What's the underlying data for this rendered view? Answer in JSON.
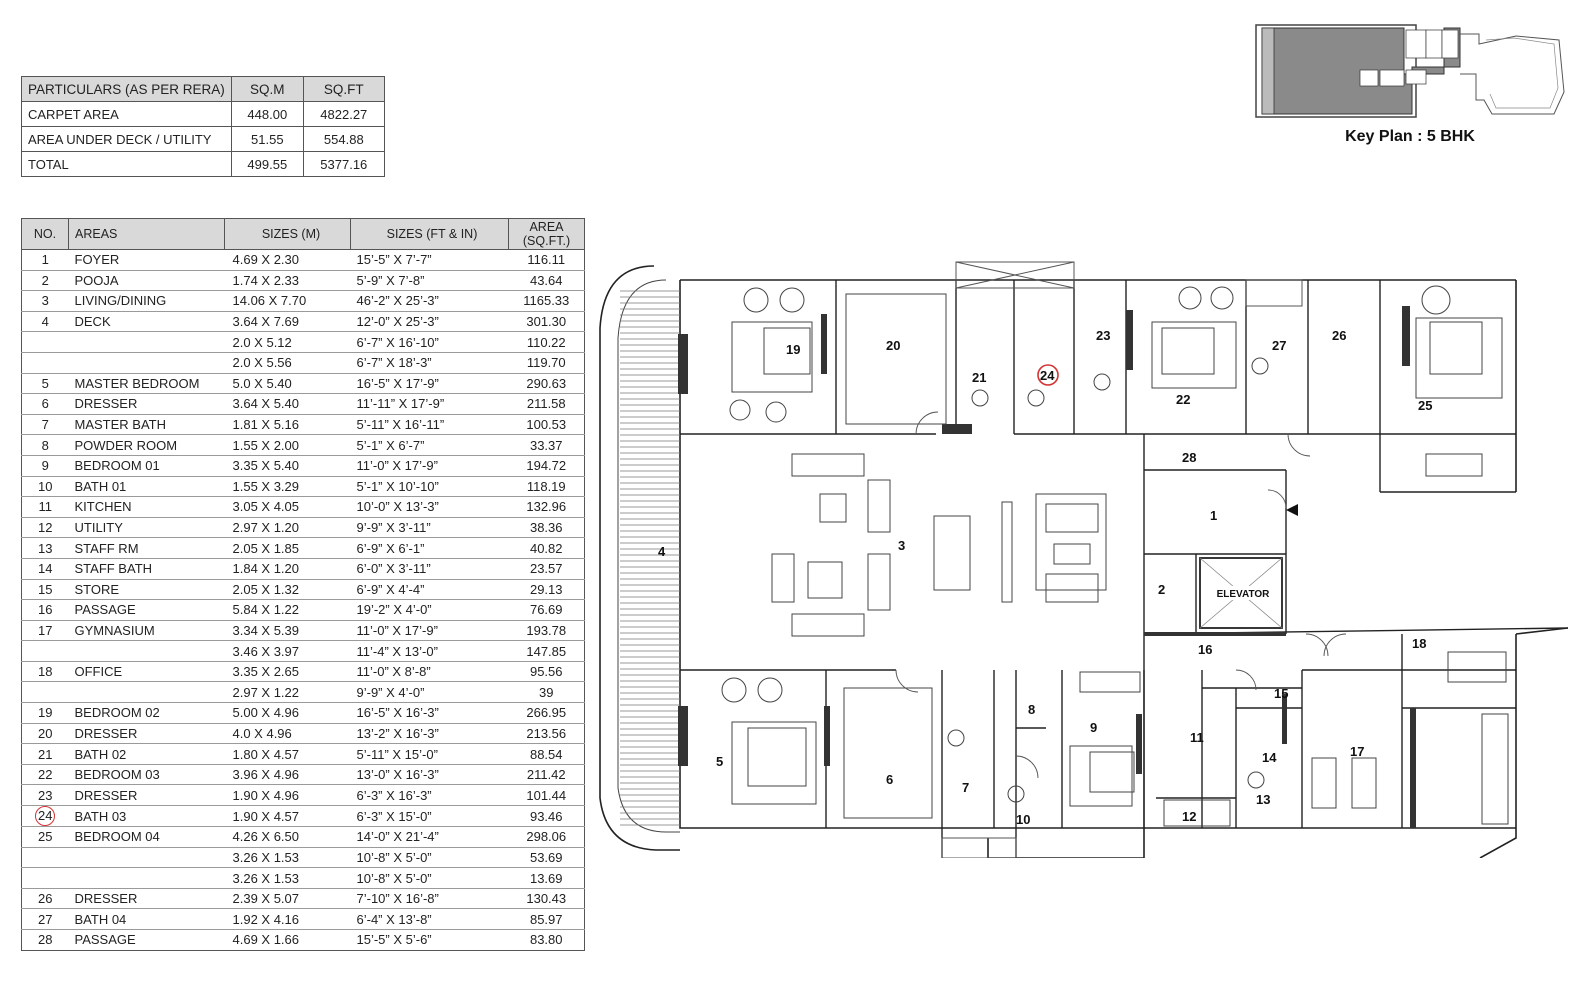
{
  "rera": {
    "headers": [
      "PARTICULARS (AS PER RERA)",
      "SQ.M",
      "SQ.FT"
    ],
    "rows": [
      [
        "CARPET AREA",
        "448.00",
        "4822.27"
      ],
      [
        "AREA UNDER DECK / UTILITY",
        "51.55",
        "554.88"
      ],
      [
        "TOTAL",
        "499.55",
        "5377.16"
      ]
    ]
  },
  "areas": {
    "headers": [
      "NO.",
      "AREAS",
      "SIZES (M)",
      "SIZES (FT & IN)",
      "AREA (SQ.FT.)"
    ],
    "rows": [
      [
        "1",
        "FOYER",
        "4.69 X 2.30",
        "15’-5” X 7’-7”",
        "116.11"
      ],
      [
        "2",
        "POOJA",
        "1.74 X 2.33",
        "5’-9” X 7’-8”",
        "43.64"
      ],
      [
        "3",
        "LIVING/DINING",
        "14.06 X 7.70",
        "46’-2” X 25’-3”",
        "1165.33"
      ],
      [
        "4",
        "DECK",
        "3.64 X 7.69",
        "12’-0” X 25’-3”",
        "301.30"
      ],
      [
        "",
        "",
        "2.0 X 5.12",
        "6’-7” X 16’-10”",
        "110.22"
      ],
      [
        "",
        "",
        "2.0 X 5.56",
        "6’-7” X 18’-3”",
        "119.70"
      ],
      [
        "5",
        "MASTER BEDROOM",
        "5.0 X 5.40",
        "16’-5” X 17’-9”",
        "290.63"
      ],
      [
        "6",
        "DRESSER",
        "3.64 X 5.40",
        "11’-11” X 17’-9”",
        "211.58"
      ],
      [
        "7",
        "MASTER BATH",
        "1.81 X 5.16",
        "5’-11” X 16’-11”",
        "100.53"
      ],
      [
        "8",
        "POWDER ROOM",
        "1.55 X 2.00",
        "5’-1” X 6’-7”",
        "33.37"
      ],
      [
        "9",
        "BEDROOM 01",
        "3.35 X 5.40",
        "11’-0” X 17’-9”",
        "194.72"
      ],
      [
        "10",
        "BATH 01",
        "1.55 X 3.29",
        "5’-1” X 10’-10”",
        "118.19"
      ],
      [
        "11",
        "KITCHEN",
        "3.05 X 4.05",
        "10’-0” X 13’-3”",
        "132.96"
      ],
      [
        "12",
        "UTILITY",
        "2.97 X 1.20",
        "9’-9” X 3’-11”",
        "38.36"
      ],
      [
        "13",
        "STAFF RM",
        "2.05 X 1.85",
        "6’-9” X 6’-1”",
        "40.82"
      ],
      [
        "14",
        "STAFF BATH",
        "1.84 X 1.20",
        "6’-0” X 3’-11”",
        "23.57"
      ],
      [
        "15",
        "STORE",
        "2.05 X 1.32",
        "6’-9” X 4’-4”",
        "29.13"
      ],
      [
        "16",
        "PASSAGE",
        "5.84 X 1.22",
        "19’-2” X 4’-0”",
        "76.69"
      ],
      [
        "17",
        "GYMNASIUM",
        "3.34 X 5.39",
        "11’-0” X 17’-9”",
        "193.78"
      ],
      [
        "",
        "",
        "3.46 X 3.97",
        "11’-4” X 13’-0”",
        "147.85"
      ],
      [
        "18",
        "OFFICE",
        "3.35 X 2.65",
        "11’-0” X 8’-8”",
        "95.56"
      ],
      [
        "",
        "",
        "2.97 X 1.22",
        "9’-9” X 4’-0”",
        "39"
      ],
      [
        "19",
        "BEDROOM 02",
        "5.00 X 4.96",
        "16’-5” X 16’-3”",
        "266.95"
      ],
      [
        "20",
        "DRESSER",
        "4.0 X 4.96",
        "13’-2” X 16’-3”",
        "213.56"
      ],
      [
        "21",
        "BATH 02",
        "1.80 X 4.57",
        "5’-11” X 15’-0”",
        "88.54"
      ],
      [
        "22",
        "BEDROOM 03",
        "3.96 X 4.96",
        "13’-0” X 16’-3”",
        "211.42"
      ],
      [
        "23",
        "DRESSER",
        "1.90 X 4.96",
        "6’-3” X 16’-3”",
        "101.44"
      ],
      [
        "24",
        "BATH 03",
        "1.90 X 4.57",
        "6’-3” X 15’-0”",
        "93.46"
      ],
      [
        "25",
        "BEDROOM 04",
        "4.26 X 6.50",
        "14’-0” X 21’-4”",
        "298.06"
      ],
      [
        "",
        "",
        "3.26 X 1.53",
        "10’-8” X 5’-0”",
        "53.69"
      ],
      [
        "",
        "",
        "3.26 X 1.53",
        "10’-8” X 5’-0”",
        "13.69"
      ],
      [
        "26",
        "DRESSER",
        "2.39 X 5.07",
        "7’-10” X 16’-8”",
        "130.43"
      ],
      [
        "27",
        "BATH 04",
        "1.92 X 4.16",
        "6’-4” X 13’-8”",
        "85.97"
      ],
      [
        "28",
        "PASSAGE",
        "4.69 X 1.66",
        "15’-5” X 5’-6”",
        "83.80"
      ]
    ],
    "highlight_no": "24",
    "highlight_color": "#d33333"
  },
  "key_plan": {
    "label": "Key Plan : 5 BHK",
    "fill": "#8a8a8a"
  },
  "plan": {
    "elevator_label": "ELEVATOR",
    "room_numbers": [
      "1",
      "2",
      "3",
      "4",
      "5",
      "6",
      "7",
      "8",
      "9",
      "10",
      "11",
      "12",
      "13",
      "14",
      "15",
      "16",
      "17",
      "18",
      "19",
      "20",
      "21",
      "22",
      "23",
      "24",
      "25",
      "26",
      "27",
      "28"
    ],
    "highlight_room": "24"
  }
}
